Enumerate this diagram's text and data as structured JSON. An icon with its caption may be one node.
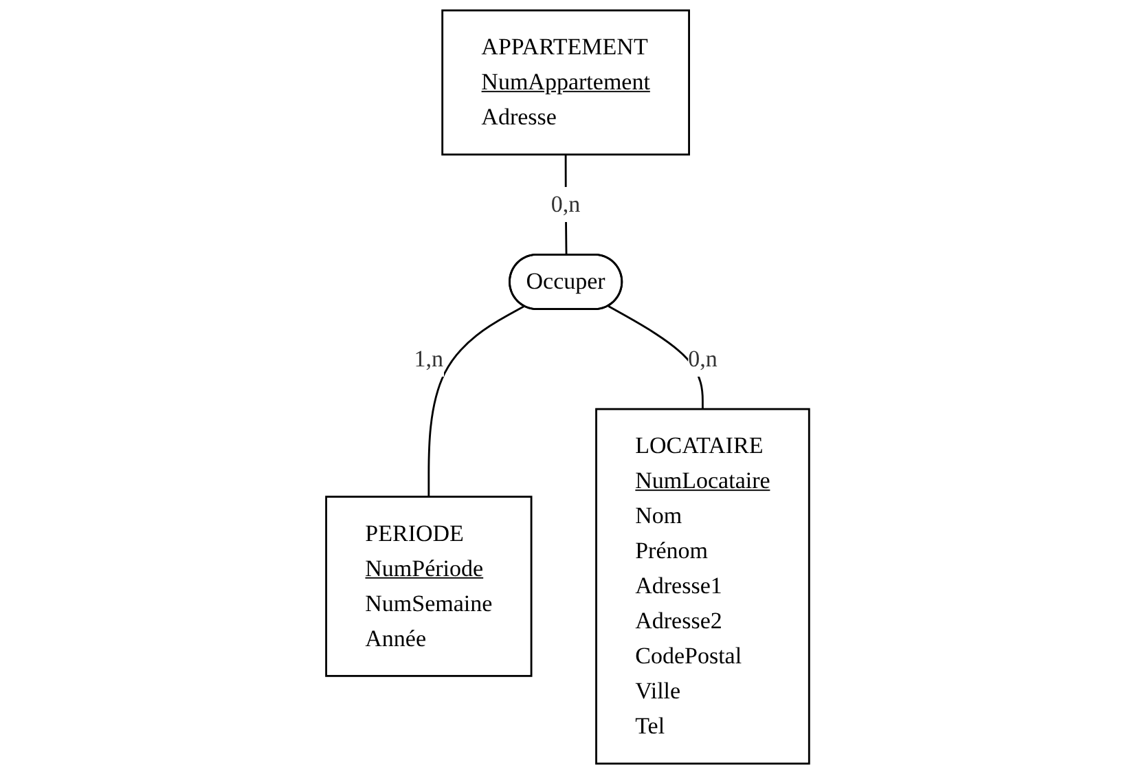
{
  "diagram": {
    "nodes": [
      {
        "text": [
          "APPARTEMENT",
          "NumAppartement",
          "Adresse"
        ]
      },
      {
        "text": [
          "PERIODE",
          "NumPériode",
          "NumSemaine",
          "Année"
        ]
      },
      {
        "text": [
          "Occuper"
        ]
      },
      {
        "text": [
          "LOCATAIRE",
          "NumLocataire",
          "Nom",
          "Prénom",
          "Adresse1",
          "Adresse2",
          "CodePostal",
          "Ville",
          "Tel"
        ]
      }
    ],
    "edges": [
      {
        "from": 0,
        "to": 2,
        "arrow": "none",
        "label": "0,n"
      },
      {
        "from": 2,
        "to": 1,
        "arrow": "none",
        "label": "1,n"
      },
      {
        "from": 2,
        "to": 3,
        "arrow": "none",
        "label": "0,n"
      }
    ]
  }
}
